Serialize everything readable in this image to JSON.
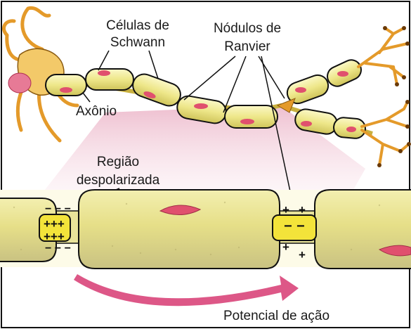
{
  "labels": {
    "celulas_line1": "Células de",
    "celulas_line2": "Schwann",
    "nodulos_line1": "Nódulos de",
    "nodulos_line2": "Ranvier",
    "axonio": "Axônio",
    "regiao_line1": "Região",
    "regiao_line2": "despolarizada",
    "potencial": "Potencial de ação"
  },
  "signs": {
    "plus": "+",
    "minus": "−",
    "plus3": "+++",
    "minus3": "− − −"
  },
  "colors": {
    "myelin": "#f0ec9a",
    "myelin_shade": "#d8cf62",
    "outline": "#111111",
    "nucleus": "#e0506e",
    "neuron": "#e49a2a",
    "arrow": "#d9457a",
    "background": "#ffffff"
  }
}
